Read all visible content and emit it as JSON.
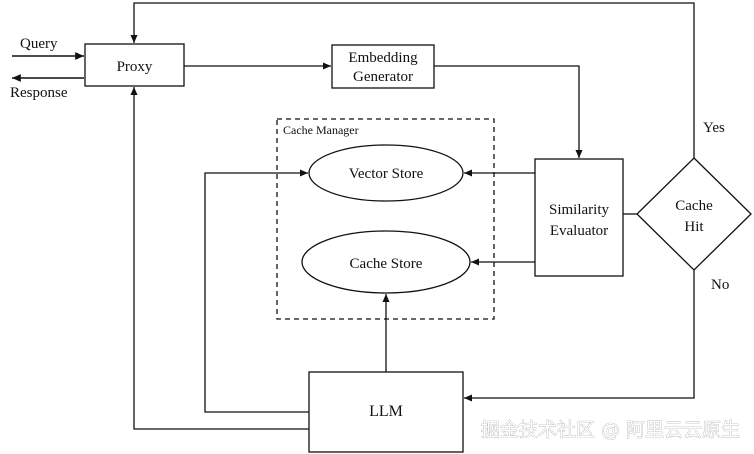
{
  "diagram": {
    "query_label": "Query",
    "response_label": "Response",
    "proxy_label": "Proxy",
    "embedding_line1": "Embedding",
    "embedding_line2": "Generator",
    "cache_manager_label": "Cache Manager",
    "vector_store_label": "Vector Store",
    "cache_store_label": "Cache Store",
    "similarity_line1": "Similarity",
    "similarity_line2": "Evaluator",
    "cache_hit_line1": "Cache",
    "cache_hit_line2": "Hit",
    "yes_label": "Yes",
    "no_label": "No",
    "llm_label": "LLM"
  },
  "watermark": "掘金技术社区 @ 阿里云云原生"
}
